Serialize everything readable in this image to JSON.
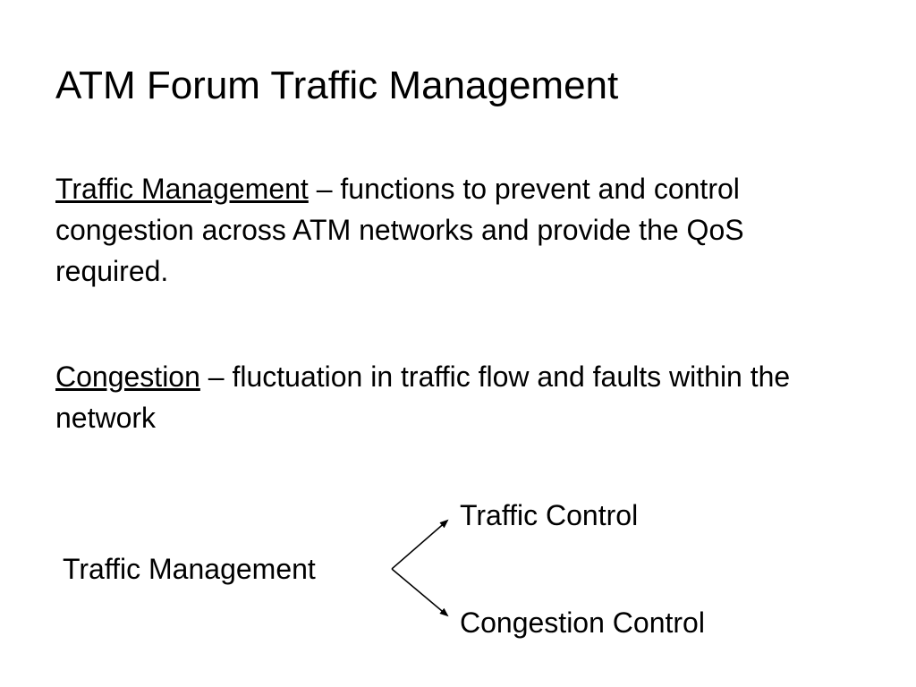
{
  "slide": {
    "title": "ATM Forum Traffic Management",
    "definitions": [
      {
        "term": "Traffic Management",
        "text": " – functions to prevent and control congestion across ATM networks and provide the QoS required."
      },
      {
        "term": "Congestion",
        "text": " – fluctuation in traffic flow and faults within the network"
      }
    ],
    "diagram": {
      "root": "Traffic Management",
      "branches": [
        "Traffic Control",
        "Congestion Control"
      ]
    }
  }
}
